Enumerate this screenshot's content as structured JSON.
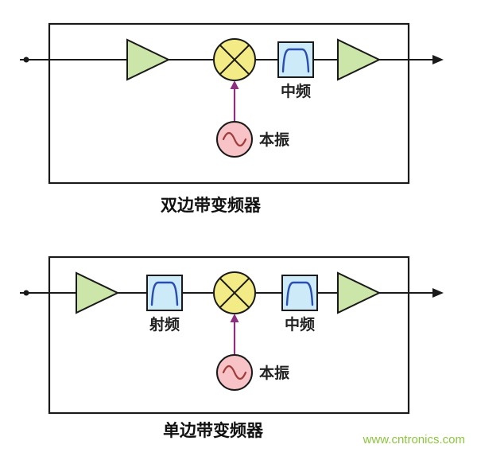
{
  "diagrams": {
    "dsb": {
      "title": "双边带变频器",
      "if_label": "中频",
      "lo_label": "本振"
    },
    "ssb": {
      "title": "单边带变频器",
      "rf_label": "射频",
      "if_label": "中频",
      "lo_label": "本振"
    }
  },
  "watermark": "www.cntronics.com",
  "icons": {
    "amplifier": "triangle-amplifier-icon",
    "mixer": "circle-x-mixer-icon",
    "filter": "bandpass-filter-icon",
    "oscillator": "sine-oscillator-icon"
  },
  "colors": {
    "amplifier_fill": "#cce6a9",
    "mixer_fill": "#f3ec86",
    "filter_fill": "#cdeaf8",
    "filter_curve": "#2a4db0",
    "oscillator_fill": "#f7c3c6",
    "oscillator_wave": "#a03c3c",
    "lo_arrow": "#8d2f7e",
    "line": "#1a1a1a",
    "watermark_green": "#8cc63e",
    "background": "#ffffff"
  }
}
